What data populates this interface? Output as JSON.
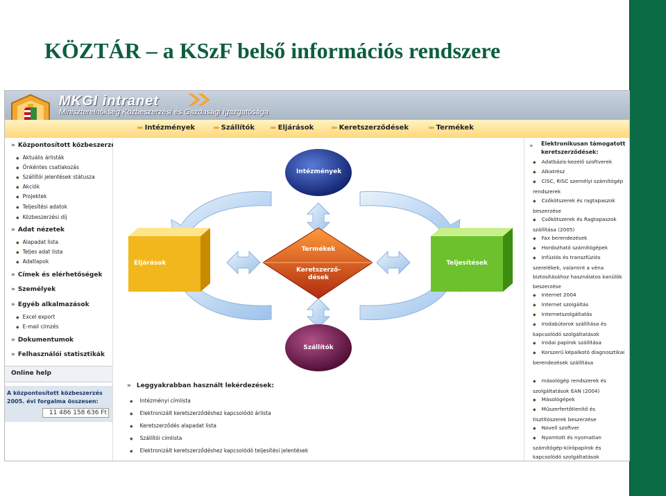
{
  "slide": {
    "title": "KÖZTÁR – a KSzF belső információs rendszere"
  },
  "intranet": {
    "title": "MKGI intranet",
    "subtitle": "Miniszterelnökség Közbeszerzési és Gazdasági Igazgatósága",
    "nav": [
      "Intézmények",
      "Szállítók",
      "Eljárások",
      "Keretszerződések",
      "Termékek"
    ]
  },
  "left_menu": {
    "section1": "Központosított közbeszerzés",
    "section1_items": [
      "Aktuális árlisták",
      "Önkéntes csatlakozás",
      "Szállítói jelentések státusza",
      "Akciók",
      "Projektek",
      "Teljesítési adatok",
      "Közbeszerzési díj"
    ],
    "section2": "Adat nézetek",
    "section2_items": [
      "Alapadat lista",
      "Teljes adat lista",
      "Adatlapok"
    ],
    "section3": "Címek és elérhetőségek",
    "section4": "Személyek",
    "section5": "Egyéb alkalmazások",
    "section5_items": [
      "Excel export",
      "E-mail címzés"
    ],
    "section6": "Dokumentumok",
    "section7": "Felhasználói statisztikák",
    "online_help": "Online help",
    "turnover_line1": "A központosított közbeszerzés",
    "turnover_line2": "2005. évi forgalma összesen:",
    "turnover_value": "11 486 158 636 Ft"
  },
  "diagram": {
    "top": "Intézmények",
    "left": "Eljárások",
    "right": "Teljesítések",
    "bottom": "Szállítók",
    "center_top": "Termékek",
    "center_bottom_1": "Keretszerző-",
    "center_bottom_2": "dések"
  },
  "queries": {
    "title": "Leggyakrabban használt lekérdezések:",
    "items": [
      "Intézményi címlista",
      "Elektronizált keretszerződéshez kapcsolódó árlista",
      "Keretszerződés alapadat lista",
      "Szállítói címlista",
      "Elektronizált keretszerződéshez kapcsolódó teljesítési jelentések"
    ]
  },
  "right_menu": {
    "title_1": "Elektronikusan támogatott",
    "title_2": "keretszerződések:",
    "items": [
      "Adatbázis-kezelő szoftverek",
      "Alkatrész",
      "CISC, RISC személyi számítógép rendszerek",
      "Csőkötszerek és ragtapaszok beszerzése",
      "Csőkötszerek és Ragtapaszok szállítása (2005)",
      "Fax berendezések",
      "Hordozható számítógépek",
      "Infúziós és transzfúziós szerelékek, valamint a véna biztosításához használatos kanülök beszerzése",
      "Internet 2004",
      "Internet szolgáltás",
      "Internetszolgáltatás",
      "Irodabútorok szállítása és kapcsolódó szolgáltatások",
      "Irodai papírok szállítása",
      "Korszerű képalkotó diagnosztikai berendezések szállítása",
      "másológép rendszerek és szolgáltatások EAN (2004)",
      "Másológépek",
      "Műszerfertőtlenítő és tisztítószerek beszerzése",
      "Novell szoftver",
      "Nyomtott és nyomatlan számítógép-kiírópapírok és kapcsolódó szolgáltatások"
    ]
  }
}
